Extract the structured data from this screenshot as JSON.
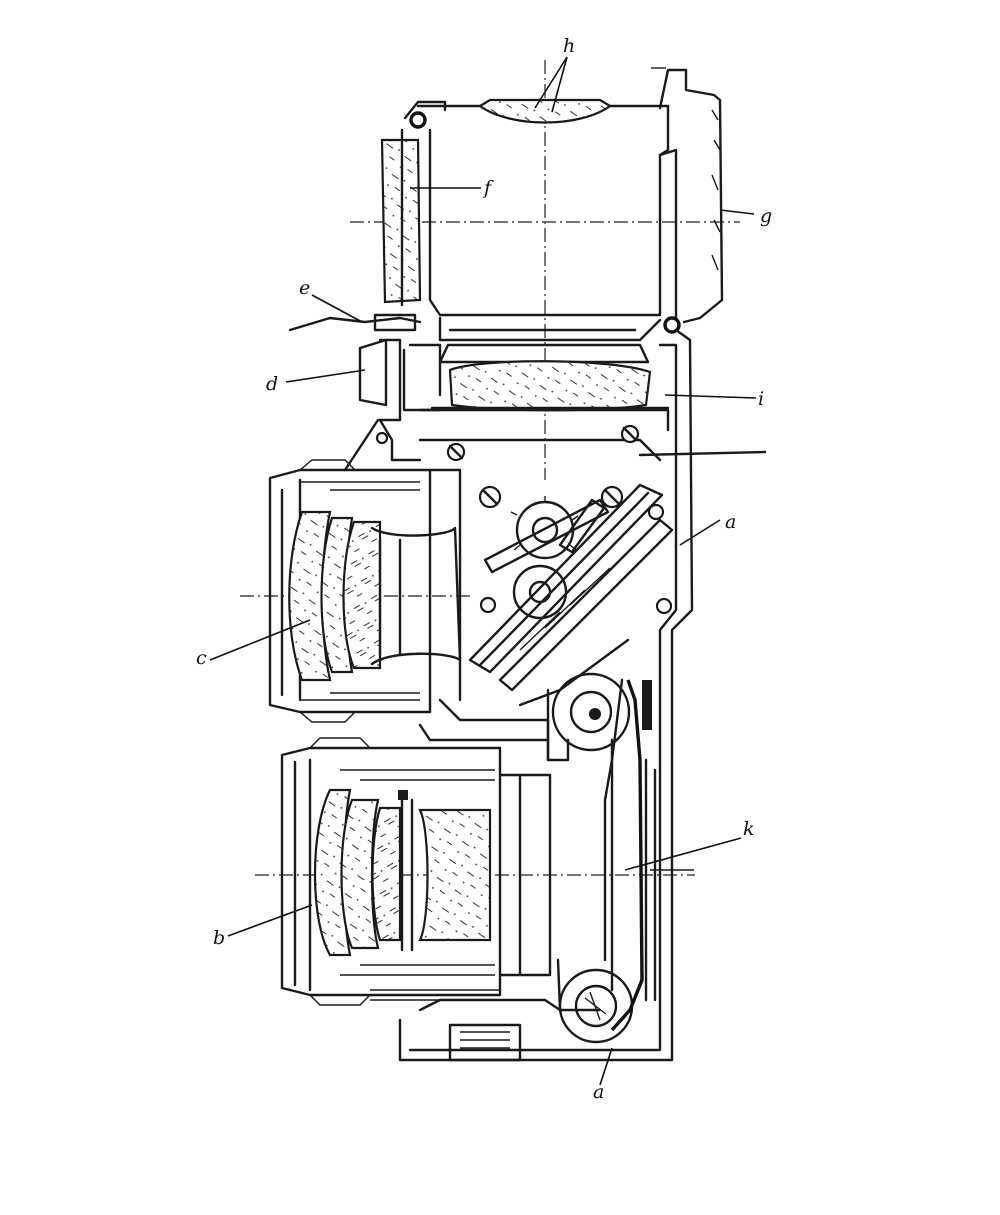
{
  "labels": {
    "h": "h",
    "f": "f",
    "g": "g",
    "e": "e",
    "d": "d",
    "i": "i",
    "a_upper": "a",
    "c": "c",
    "k": "k",
    "b": "b",
    "a_lower": "a"
  }
}
